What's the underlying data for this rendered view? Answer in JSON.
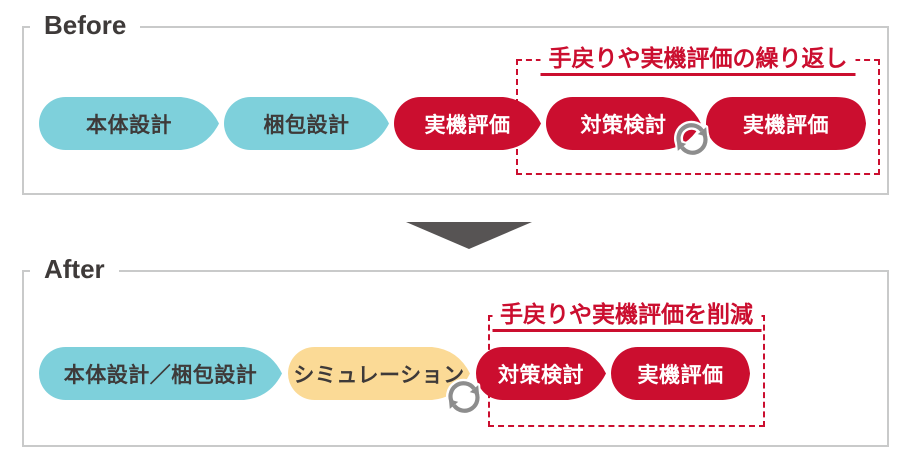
{
  "colors": {
    "teal": "#7ed0db",
    "red": "#cb0e2f",
    "yellow": "#fbda96",
    "dark_text": "#3e3a39",
    "panel_border": "#c9caca",
    "icon_gray": "#8d8d8d",
    "transition_arrow_gray": "#575454"
  },
  "before": {
    "title": "Before",
    "steps": [
      {
        "label": "本体設計",
        "color": "teal"
      },
      {
        "label": "梱包設計",
        "color": "teal"
      },
      {
        "label": "実機評価",
        "color": "red"
      },
      {
        "label": "対策検討",
        "color": "red"
      },
      {
        "label": "実機評価",
        "color": "red"
      }
    ],
    "callout": "手戻りや実機評価の繰り返し",
    "loop_icon": "refresh-icon"
  },
  "transition": {
    "icon": "down-arrow-icon"
  },
  "after": {
    "title": "After",
    "steps": [
      {
        "label": "本体設計／梱包設計",
        "color": "teal"
      },
      {
        "label": "シミュレーション",
        "color": "yellow"
      },
      {
        "label": "対策検討",
        "color": "red"
      },
      {
        "label": "実機評価",
        "color": "red"
      }
    ],
    "callout": "手戻りや実機評価を削減",
    "loop_icon": "refresh-icon"
  }
}
